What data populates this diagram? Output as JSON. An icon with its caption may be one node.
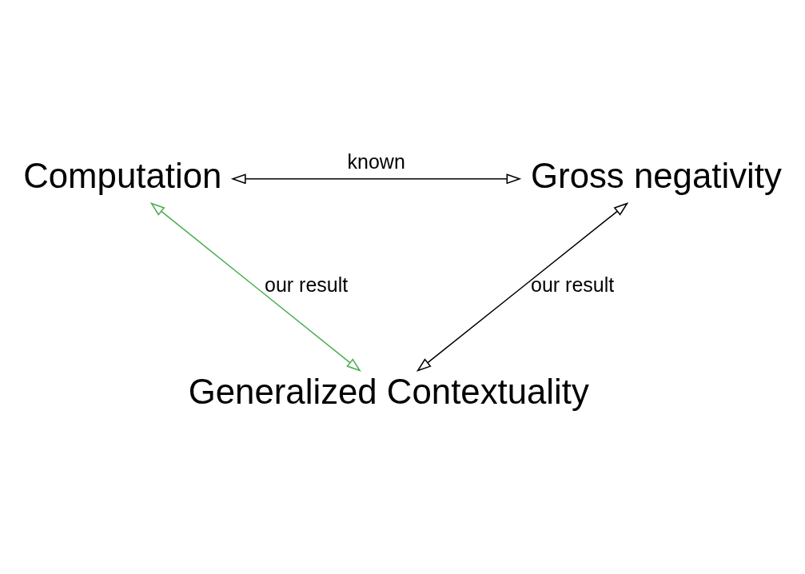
{
  "diagram": {
    "nodes": [
      {
        "text": [
          "Computation"
        ]
      },
      {
        "text": [
          "Gross negativity"
        ]
      },
      {
        "text": [
          "Generalized Contextuality"
        ]
      }
    ],
    "edges": [
      {
        "from": 0,
        "to": 1,
        "arrow": "both",
        "label": "known"
      },
      {
        "from": 0,
        "to": 2,
        "arrow": "both",
        "label": "our result",
        "color": "#4caf50"
      },
      {
        "from": 1,
        "to": 2,
        "arrow": "both",
        "label": "our result"
      }
    ]
  }
}
